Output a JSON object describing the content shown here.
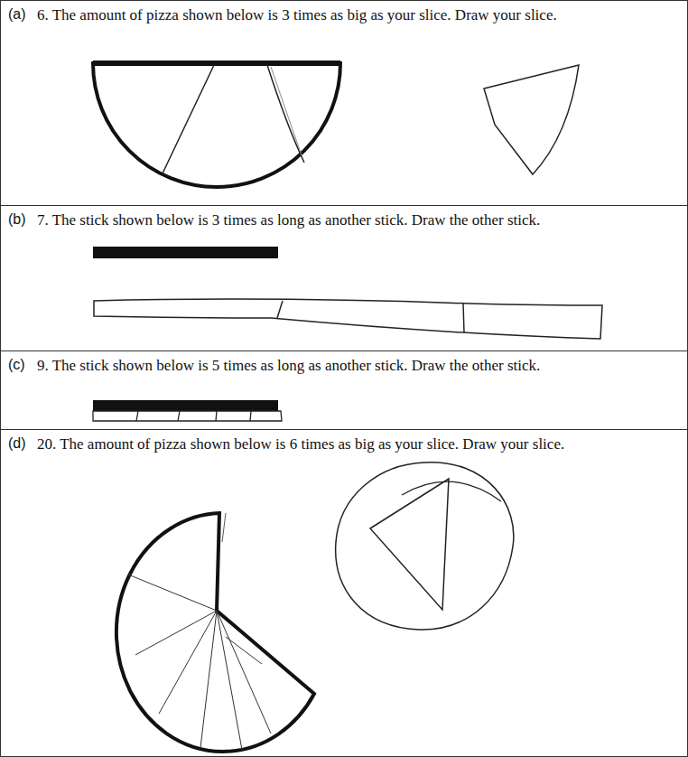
{
  "diagram": {
    "nodes": [
      {
        "text": [
          "(a)",
          "6. The amount of pizza shown below is 3 times as big as your slice. Draw your slice."
        ]
      },
      {
        "text": [
          "(b)",
          "7. The stick shown below is 3 times as long as another stick. Draw the other stick."
        ]
      },
      {
        "text": [
          "(c)",
          "9. The stick shown below is 5 times as long as another stick. Draw the other stick."
        ]
      },
      {
        "text": [
          "(d)",
          "20. The amount of pizza shown below is 6 times as big as your slice. Draw your slice."
        ]
      }
    ]
  }
}
